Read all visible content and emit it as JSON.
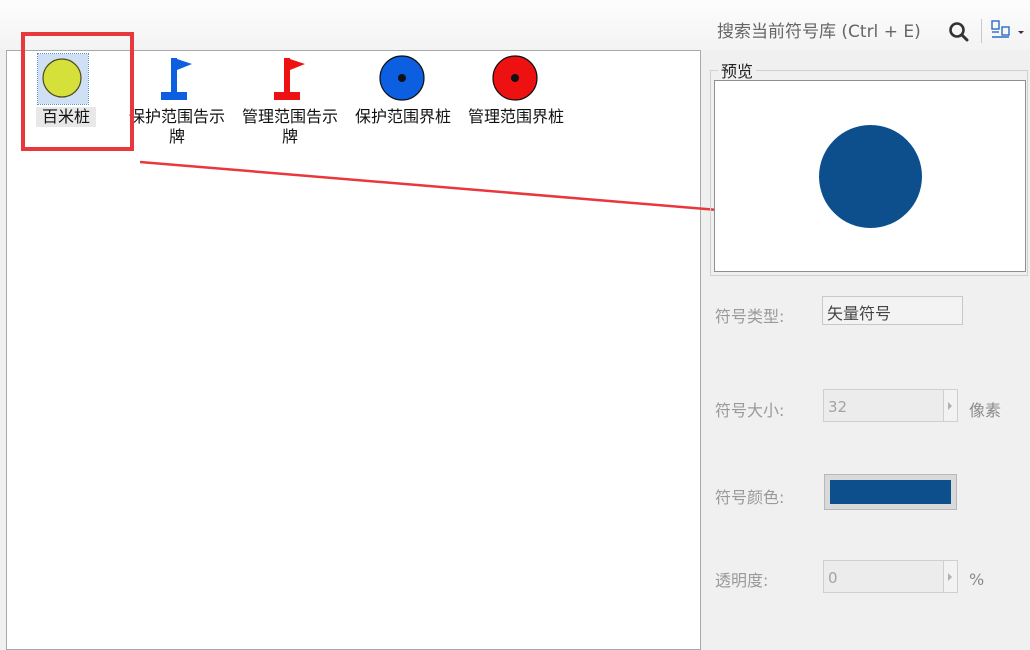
{
  "search": {
    "placeholder": "搜索当前符号库 (Ctrl + E)",
    "button_icon": "search-icon",
    "view_icon": "view-mode-icon"
  },
  "symbols": [
    {
      "label": "百米桩",
      "icon": "yellow-circle-icon",
      "color": "#d6e03a",
      "selected": true
    },
    {
      "label": "保护范围告示牌",
      "icon": "blue-flag-icon",
      "color": "#0b5fe0"
    },
    {
      "label": "管理范围告示牌",
      "icon": "red-flag-icon",
      "color": "#ee1111"
    },
    {
      "label": "保护范围界桩",
      "icon": "blue-dot-circle-icon",
      "color": "#0b5fe0"
    },
    {
      "label": "管理范围界桩",
      "icon": "red-dot-circle-icon",
      "color": "#ee1111"
    }
  ],
  "preview": {
    "title": "预览",
    "symbol_color": "#0d4f8d"
  },
  "properties": {
    "type_label": "符号类型:",
    "type_value": "矢量符号",
    "size_label": "符号大小:",
    "size_value": "32",
    "size_unit": "像素",
    "color_label": "符号颜色:",
    "color_value": "#0d4f8d",
    "opacity_label": "透明度:",
    "opacity_value": "0",
    "opacity_unit": "%"
  },
  "annotation_color": "#e8383d"
}
